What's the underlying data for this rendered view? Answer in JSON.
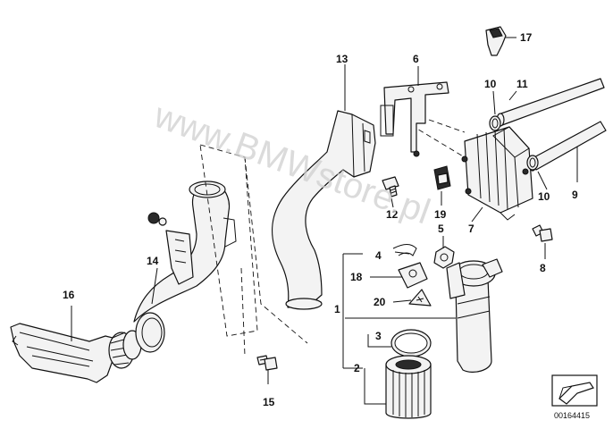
{
  "watermark": "www.BMWstore.pl",
  "reference_number": "00164415",
  "callouts": [
    {
      "id": "c1",
      "label": "1"
    },
    {
      "id": "c2",
      "label": "2"
    },
    {
      "id": "c3",
      "label": "3"
    },
    {
      "id": "c4",
      "label": "4"
    },
    {
      "id": "c5",
      "label": "5"
    },
    {
      "id": "c6",
      "label": "6"
    },
    {
      "id": "c7",
      "label": "7"
    },
    {
      "id": "c8",
      "label": "8"
    },
    {
      "id": "c9",
      "label": "9"
    },
    {
      "id": "c10a",
      "label": "10"
    },
    {
      "id": "c10b",
      "label": "10"
    },
    {
      "id": "c11",
      "label": "11"
    },
    {
      "id": "c12",
      "label": "12"
    },
    {
      "id": "c13",
      "label": "13"
    },
    {
      "id": "c14",
      "label": "14"
    },
    {
      "id": "c15",
      "label": "15"
    },
    {
      "id": "c16",
      "label": "16"
    },
    {
      "id": "c17",
      "label": "17"
    },
    {
      "id": "c18",
      "label": "18"
    },
    {
      "id": "c19",
      "label": "19"
    },
    {
      "id": "c20",
      "label": "20"
    }
  ]
}
